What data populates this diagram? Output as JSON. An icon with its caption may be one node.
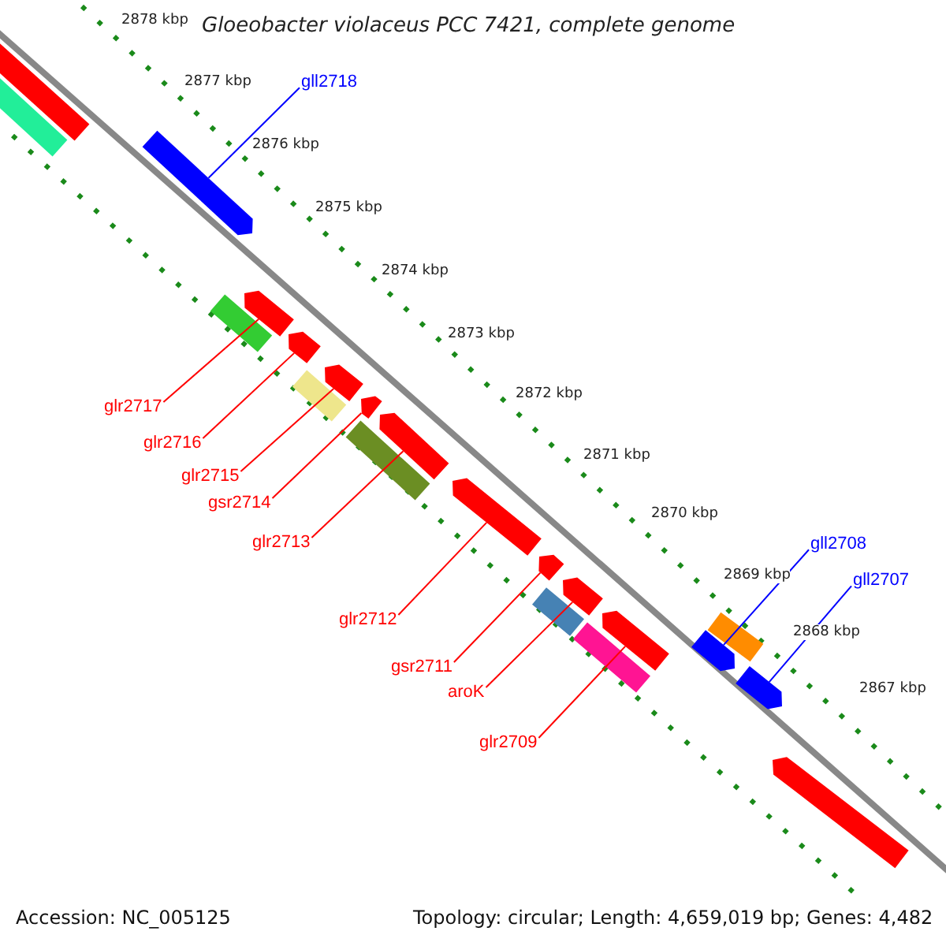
{
  "diagram": {
    "title": "Gloeobacter violaceus PCC 7421, complete genome",
    "nodes": [
      {
        "text": [
          "gll2718"
        ]
      },
      {
        "text": [],
        "shape": "bar"
      },
      {
        "text": [
          "glr2717"
        ]
      },
      {
        "text": [],
        "shape": "bar"
      },
      {
        "text": [
          "glr2716"
        ]
      },
      {
        "text": [],
        "shape": "bar"
      },
      {
        "text": [
          "glr2715"
        ]
      },
      {
        "text": [],
        "shape": "bar"
      },
      {
        "text": [
          "gsr2714"
        ]
      },
      {
        "text": [],
        "shape": "bar"
      },
      {
        "text": [
          "glr2713"
        ]
      },
      {
        "text": [],
        "shape": "bar"
      },
      {
        "text": [
          "glr2712"
        ]
      },
      {
        "text": [],
        "shape": "bar"
      },
      {
        "text": [
          "gsr2711"
        ]
      },
      {
        "text": [],
        "shape": "bar"
      },
      {
        "text": [
          "aroK"
        ]
      },
      {
        "text": [],
        "shape": "bar"
      },
      {
        "text": [
          "glr2709"
        ]
      },
      {
        "text": [],
        "shape": "bar"
      },
      {
        "text": [
          "gll2708"
        ]
      },
      {
        "text": [],
        "shape": "bar"
      },
      {
        "text": [
          "gll2707"
        ]
      },
      {
        "text": [],
        "shape": "bar"
      },
      {
        "text": [],
        "shape": "bar"
      },
      {
        "text": [],
        "shape": "bar"
      },
      {
        "text": [],
        "shape": "bar"
      },
      {
        "text": [],
        "shape": "bar"
      },
      {
        "text": [],
        "shape": "bar"
      },
      {
        "text": [],
        "shape": "bar"
      },
      {
        "text": [],
        "shape": "bar"
      },
      {
        "text": [],
        "shape": "bar"
      },
      {
        "text": [],
        "shape": "bar"
      }
    ],
    "edges": [
      {
        "from": 0,
        "to": 1,
        "arrow": "none",
        "color": "#0000ff"
      },
      {
        "from": 2,
        "to": 3,
        "arrow": "none"
      },
      {
        "from": 4,
        "to": 5,
        "arrow": "none"
      },
      {
        "from": 6,
        "to": 7,
        "arrow": "none"
      },
      {
        "from": 8,
        "to": 9,
        "arrow": "none"
      },
      {
        "from": 10,
        "to": 11,
        "arrow": "none"
      },
      {
        "from": 12,
        "to": 13,
        "arrow": "none"
      },
      {
        "from": 14,
        "to": 15,
        "arrow": "none"
      },
      {
        "from": 16,
        "to": 17,
        "arrow": "none"
      },
      {
        "from": 18,
        "to": 19,
        "arrow": "none"
      },
      {
        "from": 20,
        "to": 21,
        "arrow": "none",
        "color": "#0000ff"
      },
      {
        "from": 22,
        "to": 23,
        "arrow": "none",
        "color": "#0000ff"
      }
    ],
    "labels": [
      "2878 kbp",
      "2877 kbp",
      "2876 kbp",
      "2875 kbp",
      "2874 kbp",
      "2873 kbp",
      "2872 kbp",
      "2871 kbp",
      "2870 kbp",
      "2869 kbp",
      "2868 kbp",
      "2867 kbp",
      "Accession: NC_005125",
      "Topology: circular; Length: 4,659,019 bp; Genes: 4,482"
    ]
  }
}
